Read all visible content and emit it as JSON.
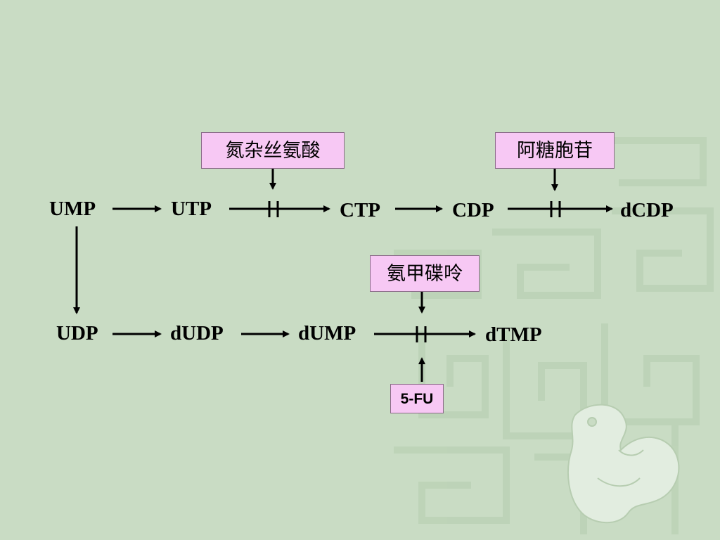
{
  "nodes": {
    "ump": "UMP",
    "utp": "UTP",
    "ctp": "CTP",
    "cdp": "CDP",
    "dcdp": "dCDP",
    "udp": "UDP",
    "dudp": "dUDP",
    "dump": "dUMP",
    "dtmp": "dTMP"
  },
  "inhibitors": {
    "azaserine": "氮杂丝氨酸",
    "cytarabine": "阿糖胞苷",
    "methotrexate": "氨甲碟呤",
    "fluorouracil": "5-FU"
  },
  "colors": {
    "background": "#c9dcc4",
    "inhibitor_box": "#f7c8f4",
    "text": "#000000"
  }
}
